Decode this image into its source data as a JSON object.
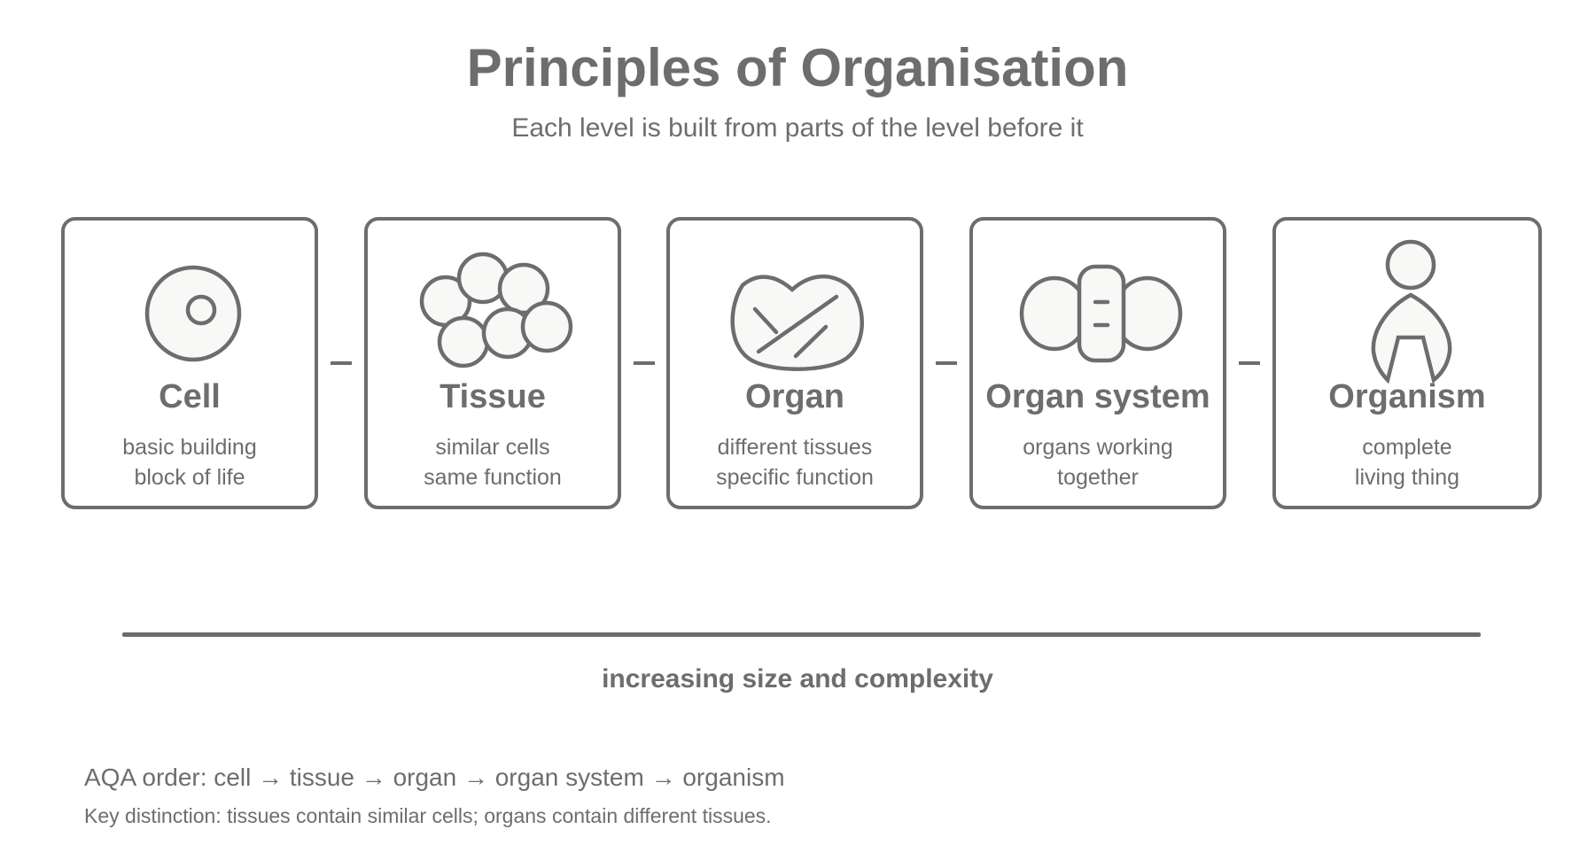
{
  "header": {
    "title": "Principles of Organisation",
    "subtitle": "Each level is built from parts of the level before it"
  },
  "levels": [
    {
      "label": "Cell",
      "desc_line1": "basic building",
      "desc_line2": "block of life",
      "icon": "cell-icon"
    },
    {
      "label": "Tissue",
      "desc_line1": "similar cells",
      "desc_line2": "same function",
      "icon": "tissue-icon"
    },
    {
      "label": "Organ",
      "desc_line1": "different tissues",
      "desc_line2": "specific function",
      "icon": "organ-icon"
    },
    {
      "label": "Organ system",
      "desc_line1": "organs working",
      "desc_line2": "together",
      "icon": "organ-system-icon"
    },
    {
      "label": "Organism",
      "desc_line1": "complete",
      "desc_line2": "living thing",
      "icon": "organism-icon"
    }
  ],
  "scale": {
    "label": "increasing size and complexity"
  },
  "notes": {
    "order": "AQA order: cell → tissue → organ → organ system → organism",
    "distinction": "Key distinction: tissues contain similar cells; organs contain different tissues."
  },
  "colors": {
    "stroke": "#6d6d70",
    "fill": "#f8f8f7",
    "background": "#ffffff"
  }
}
